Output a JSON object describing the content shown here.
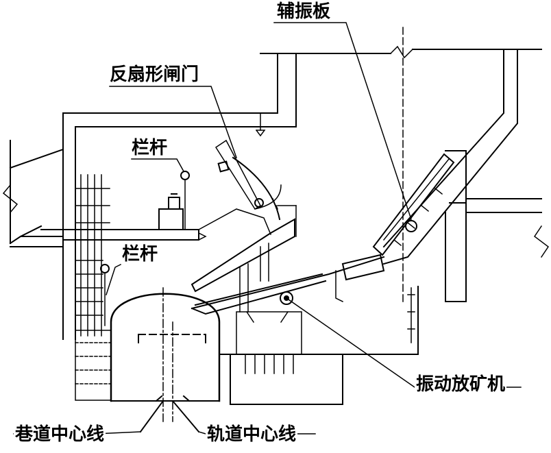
{
  "labels": {
    "auxiliary_vibrating_plate": "辅振板",
    "reverse_fan_gate": "反扇形闸门",
    "railing_upper": "栏杆",
    "railing_lower": "栏杆",
    "vibrating_ore_feeder": "振动放矿机",
    "roadway_centerline": "巷道中心线",
    "track_centerline": "轨道中心线"
  },
  "colors": {
    "ink": "#000000",
    "paper": "#ffffff"
  }
}
